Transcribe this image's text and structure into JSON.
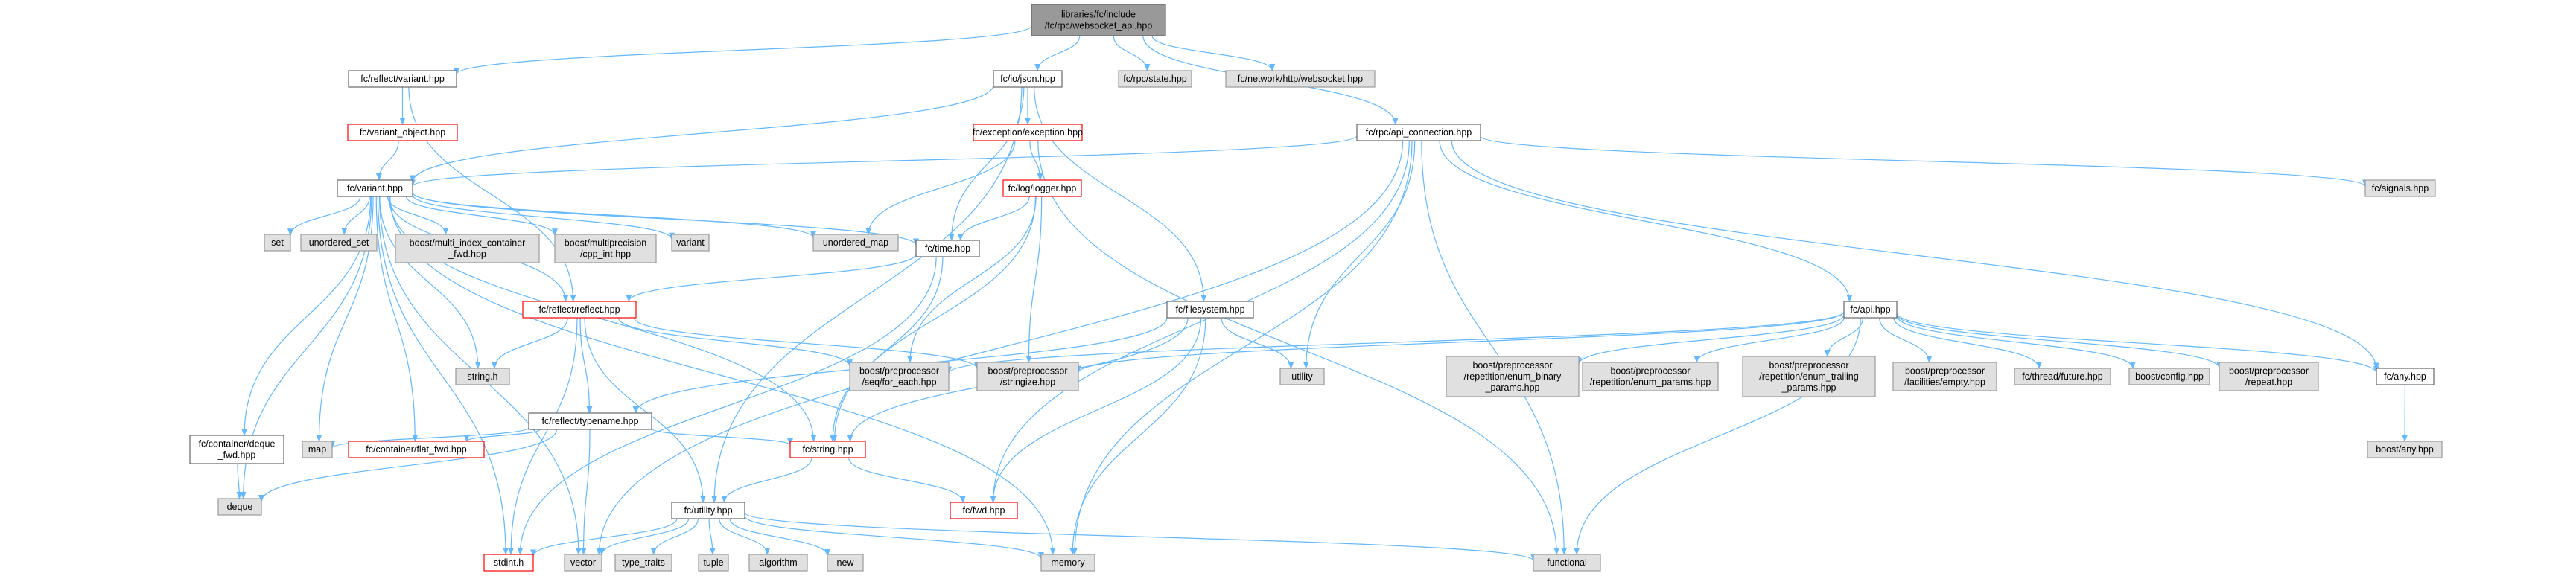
{
  "graph": {
    "title": "libraries/fc/include/fc/rpc/websocket_api.hpp",
    "colors": {
      "edge": "#63b8ff",
      "root_fill": "#999999",
      "root_stroke": "#666666",
      "doc_fill": "#ffffff",
      "doc_stroke": "#666666",
      "ext_fill": "#e0e0e0",
      "ext_stroke": "#999999",
      "warn_stroke": "#ff0000"
    },
    "nodes": [
      {
        "id": "root",
        "lines": [
          "libraries/fc/include",
          "/fc/rpc/websocket_api.hpp"
        ],
        "kind": "root"
      },
      {
        "id": "reflect_variant",
        "lines": [
          "fc/reflect/variant.hpp"
        ],
        "kind": "doc"
      },
      {
        "id": "io_json",
        "lines": [
          "fc/io/json.hpp"
        ],
        "kind": "doc"
      },
      {
        "id": "rpc_state",
        "lines": [
          "fc/rpc/state.hpp"
        ],
        "kind": "ext"
      },
      {
        "id": "net_websocket",
        "lines": [
          "fc/network/http/websocket.hpp"
        ],
        "kind": "ext"
      },
      {
        "id": "variant_object",
        "lines": [
          "fc/variant_object.hpp"
        ],
        "kind": "warn"
      },
      {
        "id": "exception",
        "lines": [
          "fc/exception/exception.hpp"
        ],
        "kind": "warn"
      },
      {
        "id": "api_connection",
        "lines": [
          "fc/rpc/api_connection.hpp"
        ],
        "kind": "doc"
      },
      {
        "id": "signals",
        "lines": [
          "fc/signals.hpp"
        ],
        "kind": "ext"
      },
      {
        "id": "variant",
        "lines": [
          "fc/variant.hpp"
        ],
        "kind": "doc"
      },
      {
        "id": "logger",
        "lines": [
          "fc/log/logger.hpp"
        ],
        "kind": "warn"
      },
      {
        "id": "set",
        "lines": [
          "set"
        ],
        "kind": "ext"
      },
      {
        "id": "unordered_set",
        "lines": [
          "unordered_set"
        ],
        "kind": "ext"
      },
      {
        "id": "bmi_fwd",
        "lines": [
          "boost/multi_index_container",
          "_fwd.hpp"
        ],
        "kind": "ext"
      },
      {
        "id": "bmp_cpp_int",
        "lines": [
          "boost/multiprecision",
          "/cpp_int.hpp"
        ],
        "kind": "ext"
      },
      {
        "id": "std_variant",
        "lines": [
          "variant"
        ],
        "kind": "ext"
      },
      {
        "id": "unordered_map",
        "lines": [
          "unordered_map"
        ],
        "kind": "ext"
      },
      {
        "id": "time",
        "lines": [
          "fc/time.hpp"
        ],
        "kind": "doc"
      },
      {
        "id": "reflect",
        "lines": [
          "fc/reflect/reflect.hpp"
        ],
        "kind": "warn"
      },
      {
        "id": "filesystem",
        "lines": [
          "fc/filesystem.hpp"
        ],
        "kind": "doc"
      },
      {
        "id": "api",
        "lines": [
          "fc/api.hpp"
        ],
        "kind": "doc"
      },
      {
        "id": "string_h",
        "lines": [
          "string.h"
        ],
        "kind": "ext"
      },
      {
        "id": "pp_seq_for_each",
        "lines": [
          "boost/preprocessor",
          "/seq/for_each.hpp"
        ],
        "kind": "ext"
      },
      {
        "id": "pp_stringize",
        "lines": [
          "boost/preprocessor",
          "/stringize.hpp"
        ],
        "kind": "ext"
      },
      {
        "id": "utility",
        "lines": [
          "utility"
        ],
        "kind": "ext"
      },
      {
        "id": "pp_enum_binary",
        "lines": [
          "boost/preprocessor",
          "/repetition/enum_binary",
          "_params.hpp"
        ],
        "kind": "ext"
      },
      {
        "id": "pp_enum_params",
        "lines": [
          "boost/preprocessor",
          "/repetition/enum_params.hpp"
        ],
        "kind": "ext"
      },
      {
        "id": "pp_enum_trailing",
        "lines": [
          "boost/preprocessor",
          "/repetition/enum_trailing",
          "_params.hpp"
        ],
        "kind": "ext"
      },
      {
        "id": "pp_empty",
        "lines": [
          "boost/preprocessor",
          "/facilities/empty.hpp"
        ],
        "kind": "ext"
      },
      {
        "id": "thread_future",
        "lines": [
          "fc/thread/future.hpp"
        ],
        "kind": "ext"
      },
      {
        "id": "boost_config",
        "lines": [
          "boost/config.hpp"
        ],
        "kind": "ext"
      },
      {
        "id": "pp_repeat",
        "lines": [
          "boost/preprocessor",
          "/repeat.hpp"
        ],
        "kind": "ext"
      },
      {
        "id": "any",
        "lines": [
          "fc/any.hpp"
        ],
        "kind": "doc"
      },
      {
        "id": "typename",
        "lines": [
          "fc/reflect/typename.hpp"
        ],
        "kind": "doc"
      },
      {
        "id": "deque_fwd",
        "lines": [
          "fc/container/deque",
          "_fwd.hpp"
        ],
        "kind": "doc"
      },
      {
        "id": "map",
        "lines": [
          "map"
        ],
        "kind": "ext"
      },
      {
        "id": "flat_fwd",
        "lines": [
          "fc/container/flat_fwd.hpp"
        ],
        "kind": "warn"
      },
      {
        "id": "fc_string",
        "lines": [
          "fc/string.hpp"
        ],
        "kind": "warn"
      },
      {
        "id": "boost_any",
        "lines": [
          "boost/any.hpp"
        ],
        "kind": "ext"
      },
      {
        "id": "deque",
        "lines": [
          "deque"
        ],
        "kind": "ext"
      },
      {
        "id": "fc_utility",
        "lines": [
          "fc/utility.hpp"
        ],
        "kind": "doc"
      },
      {
        "id": "fwd",
        "lines": [
          "fc/fwd.hpp"
        ],
        "kind": "warn"
      },
      {
        "id": "stdint",
        "lines": [
          "stdint.h"
        ],
        "kind": "warn"
      },
      {
        "id": "vector",
        "lines": [
          "vector"
        ],
        "kind": "ext"
      },
      {
        "id": "type_traits",
        "lines": [
          "type_traits"
        ],
        "kind": "ext"
      },
      {
        "id": "tuple",
        "lines": [
          "tuple"
        ],
        "kind": "ext"
      },
      {
        "id": "algorithm",
        "lines": [
          "algorithm"
        ],
        "kind": "ext"
      },
      {
        "id": "new",
        "lines": [
          "new"
        ],
        "kind": "ext"
      },
      {
        "id": "memory",
        "lines": [
          "memory"
        ],
        "kind": "ext"
      },
      {
        "id": "functional",
        "lines": [
          "functional"
        ],
        "kind": "ext"
      }
    ],
    "edges": [
      [
        "root",
        "reflect_variant"
      ],
      [
        "root",
        "io_json"
      ],
      [
        "root",
        "rpc_state"
      ],
      [
        "root",
        "net_websocket"
      ],
      [
        "root",
        "api_connection"
      ],
      [
        "reflect_variant",
        "variant_object"
      ],
      [
        "reflect_variant",
        "reflect"
      ],
      [
        "variant_object",
        "variant"
      ],
      [
        "io_json",
        "exception"
      ],
      [
        "io_json",
        "variant"
      ],
      [
        "io_json",
        "time"
      ],
      [
        "io_json",
        "filesystem"
      ],
      [
        "io_json",
        "fc_utility"
      ],
      [
        "exception",
        "logger"
      ],
      [
        "exception",
        "unordered_map"
      ],
      [
        "exception",
        "functional"
      ],
      [
        "logger",
        "time"
      ],
      [
        "logger",
        "fc_string"
      ],
      [
        "logger",
        "pp_seq_for_each"
      ],
      [
        "logger",
        "pp_stringize"
      ],
      [
        "api_connection",
        "variant"
      ],
      [
        "api_connection",
        "signals"
      ],
      [
        "api_connection",
        "api"
      ],
      [
        "api_connection",
        "any"
      ],
      [
        "api_connection",
        "utility"
      ],
      [
        "api_connection",
        "memory"
      ],
      [
        "api_connection",
        "functional"
      ],
      [
        "api_connection",
        "vector"
      ],
      [
        "api_connection",
        "fwd"
      ],
      [
        "variant",
        "set"
      ],
      [
        "variant",
        "unordered_set"
      ],
      [
        "variant",
        "bmi_fwd"
      ],
      [
        "variant",
        "bmp_cpp_int"
      ],
      [
        "variant",
        "std_variant"
      ],
      [
        "variant",
        "unordered_map"
      ],
      [
        "variant",
        "time"
      ],
      [
        "variant",
        "reflect"
      ],
      [
        "variant",
        "string_h"
      ],
      [
        "variant",
        "map"
      ],
      [
        "variant",
        "deque"
      ],
      [
        "variant",
        "deque_fwd"
      ],
      [
        "variant",
        "flat_fwd"
      ],
      [
        "variant",
        "fc_string"
      ],
      [
        "variant",
        "memory"
      ],
      [
        "variant",
        "vector"
      ],
      [
        "variant",
        "stdint"
      ],
      [
        "time",
        "reflect"
      ],
      [
        "time",
        "fc_string"
      ],
      [
        "time",
        "stdint"
      ],
      [
        "reflect",
        "string_h"
      ],
      [
        "reflect",
        "pp_seq_for_each"
      ],
      [
        "reflect",
        "pp_stringize"
      ],
      [
        "reflect",
        "typename"
      ],
      [
        "reflect",
        "fc_utility"
      ],
      [
        "reflect",
        "stdint"
      ],
      [
        "filesystem",
        "utility"
      ],
      [
        "filesystem",
        "memory"
      ],
      [
        "filesystem",
        "fc_string"
      ],
      [
        "filesystem",
        "fwd"
      ],
      [
        "filesystem",
        "typename"
      ],
      [
        "api",
        "pp_seq_for_each"
      ],
      [
        "api",
        "pp_stringize"
      ],
      [
        "api",
        "pp_enum_binary"
      ],
      [
        "api",
        "pp_enum_params"
      ],
      [
        "api",
        "pp_enum_trailing"
      ],
      [
        "api",
        "pp_empty"
      ],
      [
        "api",
        "thread_future"
      ],
      [
        "api",
        "boost_config"
      ],
      [
        "api",
        "pp_repeat"
      ],
      [
        "api",
        "any"
      ],
      [
        "api",
        "functional"
      ],
      [
        "any",
        "boost_any"
      ],
      [
        "typename",
        "deque"
      ],
      [
        "typename",
        "map"
      ],
      [
        "typename",
        "flat_fwd"
      ],
      [
        "typename",
        "fc_string"
      ],
      [
        "typename",
        "vector"
      ],
      [
        "deque_fwd",
        "deque"
      ],
      [
        "fc_string",
        "fc_utility"
      ],
      [
        "fc_string",
        "fwd"
      ],
      [
        "fc_utility",
        "stdint"
      ],
      [
        "fc_utility",
        "vector"
      ],
      [
        "fc_utility",
        "type_traits"
      ],
      [
        "fc_utility",
        "tuple"
      ],
      [
        "fc_utility",
        "algorithm"
      ],
      [
        "fc_utility",
        "new"
      ],
      [
        "fc_utility",
        "memory"
      ],
      [
        "fc_utility",
        "functional"
      ]
    ]
  }
}
